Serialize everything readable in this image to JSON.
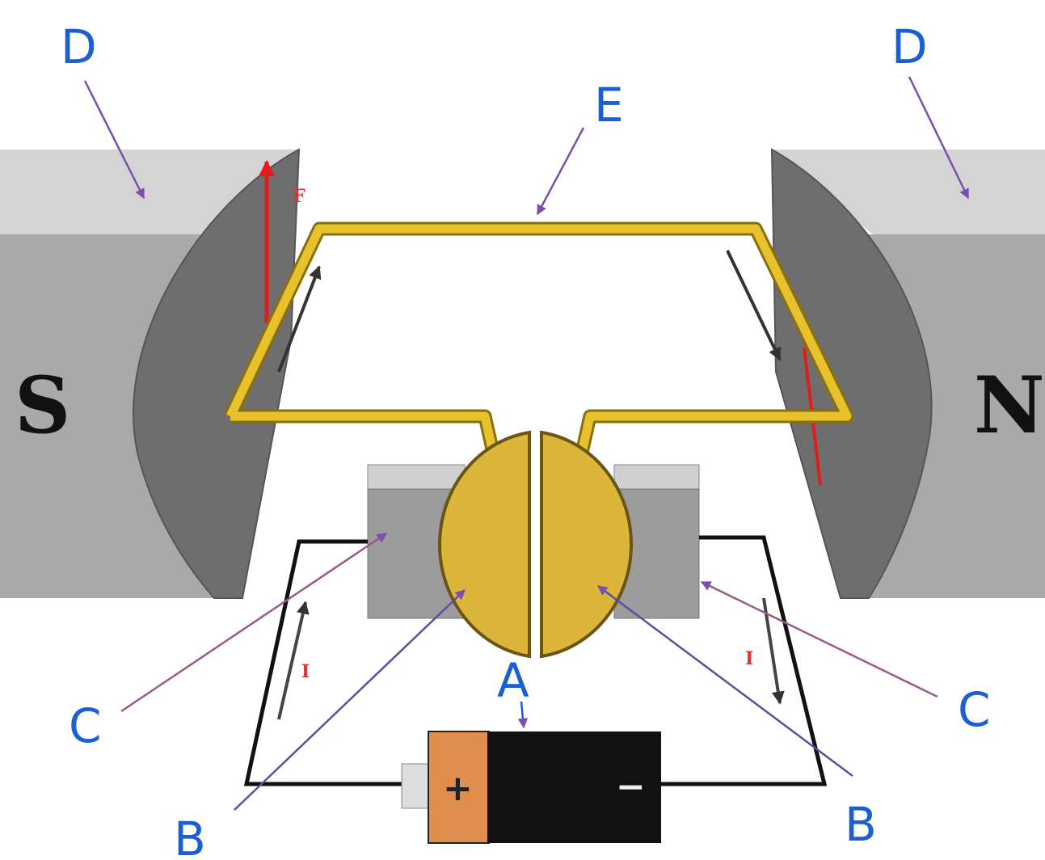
{
  "magnet": {
    "left_pole": "S",
    "right_pole": "N"
  },
  "diagram_marks": {
    "force": "F",
    "current_left": "I",
    "current_right": "I"
  },
  "battery": {
    "positive": "+",
    "negative": "−"
  },
  "labels": {
    "top_left": "D",
    "top_right": "D",
    "coil": "E",
    "battery": "A",
    "left_brush": "C",
    "right_brush": "C",
    "bottom_left": "B",
    "bottom_right": "B"
  },
  "colors": {
    "magnet_top": "#d4d4d4",
    "magnet_face": "#a9a9a9",
    "pole_piece": "#6e6e6e",
    "coil": "#e8c22c",
    "commutator": "#dcb63a",
    "battery_pos": "#e08e4e",
    "battery_body": "#111111",
    "annotation": "#1a5fd6",
    "force_arrow": "#e21b1b"
  }
}
